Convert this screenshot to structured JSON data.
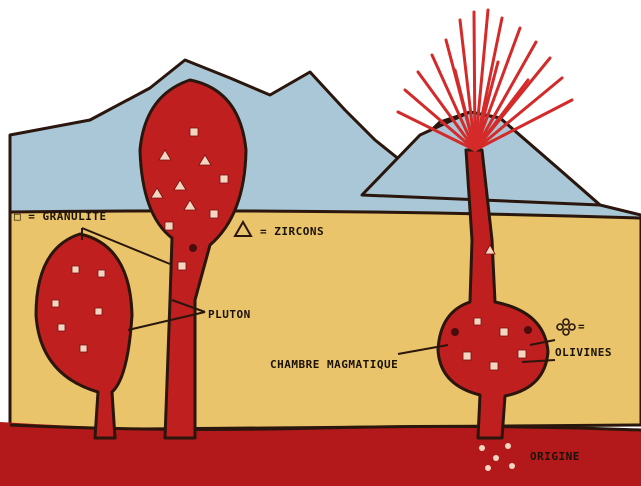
{
  "diagram": {
    "colors": {
      "sky": "#ffffff",
      "mountains": "#a9c7d6",
      "crust": "#e9c46a",
      "magma": "#c01f1f",
      "magma_deep": "#b3181a",
      "outline": "#2a160c",
      "crystal": "#f2d6c0"
    },
    "labels": {
      "granulite": "□ = GRANULITE",
      "zircons": "= ZIRCONS",
      "pluton": "PLUTON",
      "chamber": "CHAMBRE MAGMATIQUE",
      "olivines_a": "=",
      "olivines_b": "OLIVINES",
      "origin": "ORIGINE"
    },
    "icons": {
      "triangle": "zircon-triangle-icon",
      "square": "granulite-square-icon",
      "flower": "olivine-flower-icon"
    }
  }
}
